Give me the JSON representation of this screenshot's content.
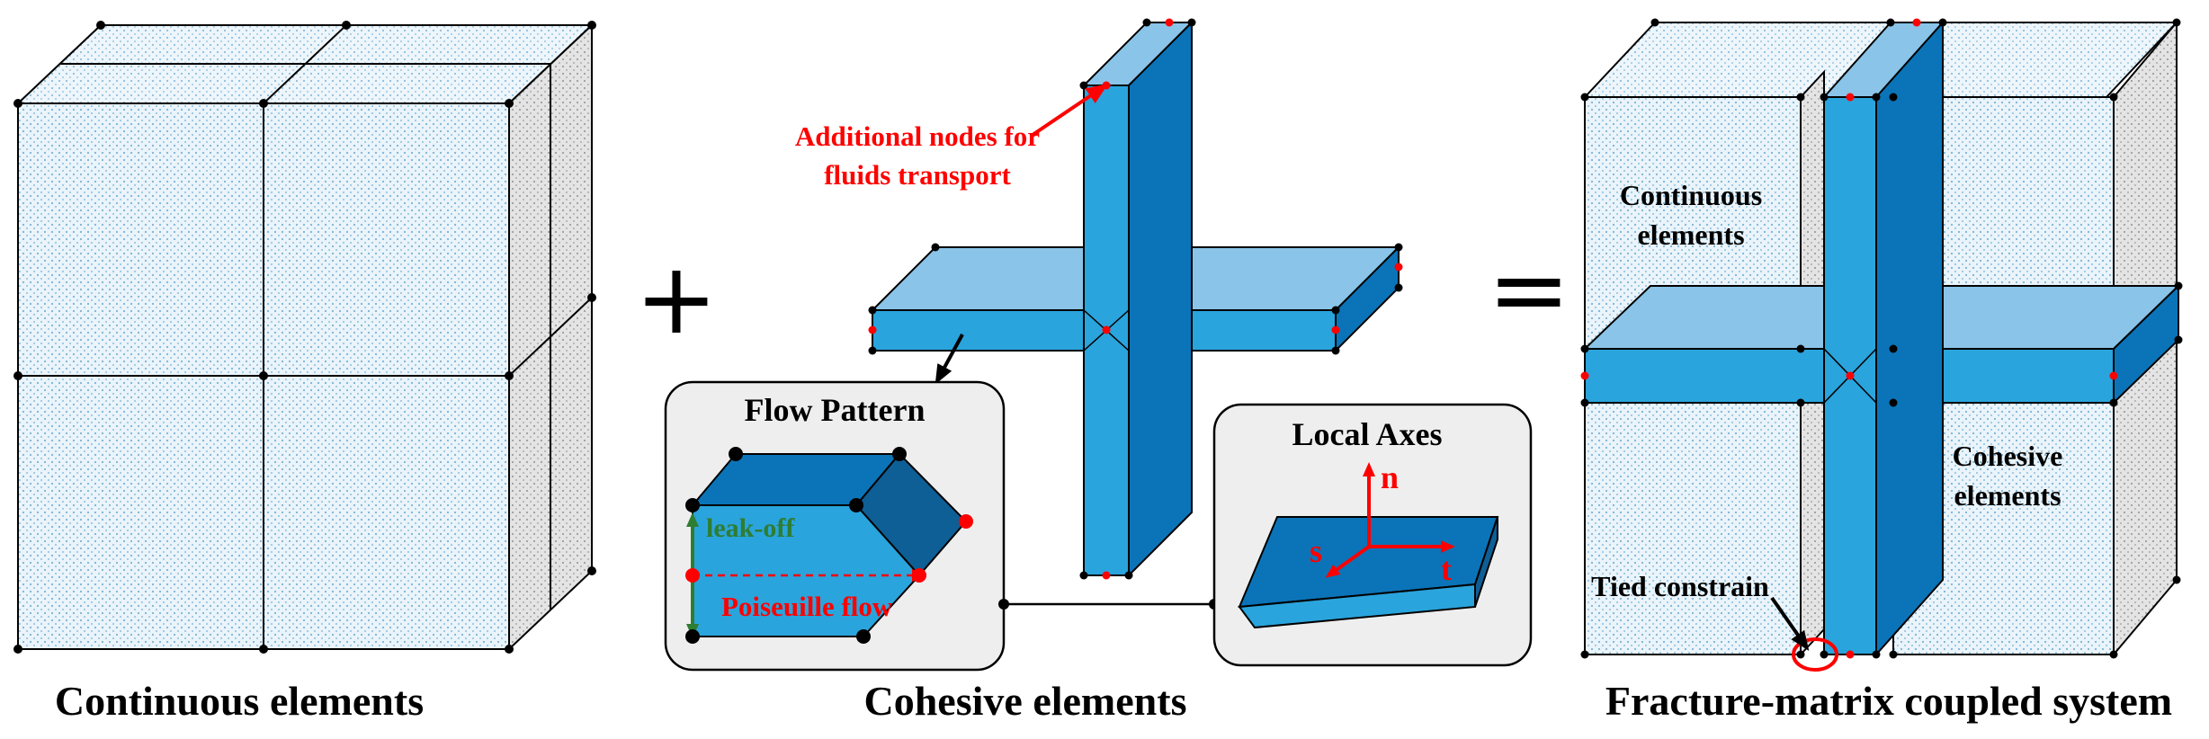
{
  "operators": {
    "plus": "+",
    "equals": "="
  },
  "captions": {
    "continuous": "Continuous elements",
    "cohesive": "Cohesive elements",
    "coupled": "Fracture-matrix  coupled system"
  },
  "annotations": {
    "additional_nodes_line1": "Additional nodes for",
    "additional_nodes_line2": "fluids transport"
  },
  "flow_pattern": {
    "title": "Flow Pattern",
    "leak_off": "leak-off",
    "poiseuille": "Poiseuille flow"
  },
  "local_axes": {
    "title": "Local Axes",
    "n": "n",
    "s": "s",
    "t": "t"
  },
  "coupled_labels": {
    "continuous_line1": "Continuous",
    "continuous_line2": "elements",
    "cohesive_line1": "Cohesive",
    "cohesive_line2": "elements",
    "tied": "Tied constrain"
  },
  "colors": {
    "cube_front": "#e6f3fb",
    "cube_dots": "#7bb3d6",
    "cube_side": "#dcdcdc",
    "fracture_front": "#2aa4dc",
    "fracture_top": "#8ac4e8",
    "fracture_side": "#0b74b8",
    "node_black": "#000000",
    "node_red": "#ff0000",
    "leak_green": "#2e7d32",
    "panel_bg": "#eeeeee"
  }
}
